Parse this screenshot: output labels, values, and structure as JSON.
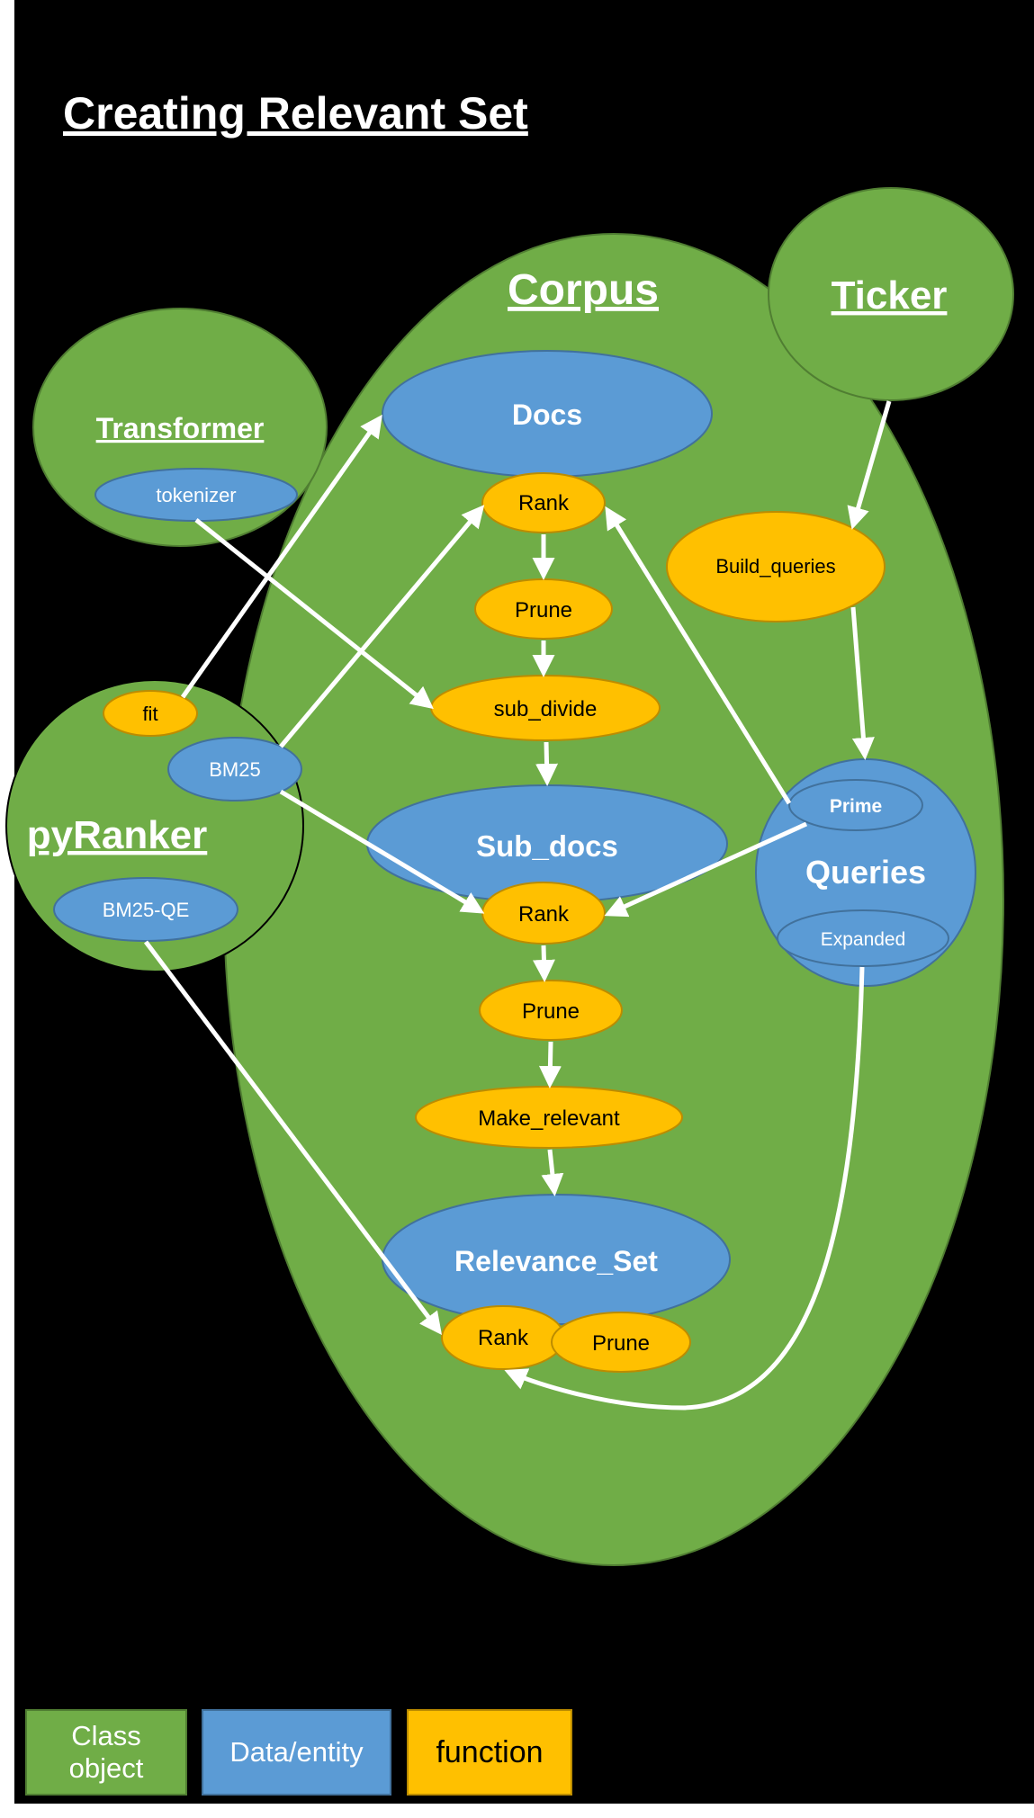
{
  "title": "Creating Relevant Set",
  "colors": {
    "background": "#000000",
    "class_fill": "#70ad47",
    "class_stroke": "#507e32",
    "data_fill": "#5b9bd5",
    "data_stroke": "#41719c",
    "function_fill": "#ffc000",
    "function_stroke": "#bc8c00",
    "arrow": "#ffffff"
  },
  "classes": {
    "corpus": "Corpus",
    "ticker": "Ticker",
    "transformer": "Transformer",
    "pyranker": "pyRanker"
  },
  "data_entities": {
    "docs": "Docs",
    "sub_docs": "Sub_docs",
    "relevance_set": "Relevance_Set",
    "queries": "Queries",
    "prime": "Prime",
    "expanded": "Expanded",
    "tokenizer": "tokenizer",
    "bm25": "BM25",
    "bm25_qe": "BM25-QE"
  },
  "functions": {
    "rank_1": "Rank",
    "prune_1": "Prune",
    "sub_divide": "sub_divide",
    "rank_2": "Rank",
    "prune_2": "Prune",
    "make_relevant": "Make_relevant",
    "rank_3": "Rank",
    "prune_3": "Prune",
    "build_queries": "Build_queries",
    "fit": "fit"
  },
  "legend": [
    {
      "label": "Class object",
      "kind": "class"
    },
    {
      "label": "Data/entity",
      "kind": "data"
    },
    {
      "label": "function",
      "kind": "function"
    }
  ]
}
